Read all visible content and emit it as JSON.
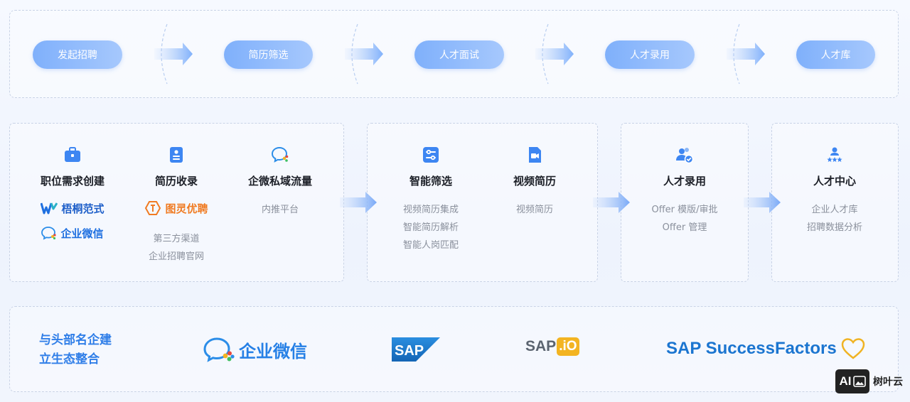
{
  "flow": {
    "steps": [
      "发起招聘",
      "简历筛选",
      "人才面试",
      "人才录用",
      "人才库"
    ]
  },
  "modules": {
    "job": {
      "title": "职位需求创建",
      "logo1": "梧桐范式",
      "logo2": "企业微信"
    },
    "resume": {
      "title": "简历收录",
      "logo": "图灵优聘",
      "desc1": "第三方渠道",
      "desc2": "企业招聘官网"
    },
    "wecom": {
      "title": "企微私域流量",
      "desc1": "内推平台"
    },
    "screen": {
      "title": "智能筛选",
      "desc1": "视频简历集成",
      "desc2": "智能简历解析",
      "desc3": "智能人岗匹配"
    },
    "video": {
      "title": "视频简历",
      "desc1": "视频简历"
    },
    "hire": {
      "title": "人才录用",
      "desc1": "Offer 模版/审批",
      "desc2": "Offer 管理"
    },
    "center": {
      "title": "人才中心",
      "desc1": "企业人才库",
      "desc2": "招聘数据分析"
    }
  },
  "ecosystem": {
    "title_line1": "与头部名企建",
    "title_line2": "立生态整合",
    "partners": {
      "wecom": "企业微信",
      "sap": "SAP",
      "sapio_a": "SAP",
      "sapio_b": ".iO",
      "sf": "SAP SuccessFactors"
    }
  },
  "watermark": {
    "ai": "AI",
    "name": "树叶云"
  },
  "colors": {
    "accent": "#3f86f0",
    "pill": "#8bb8fc",
    "brand_orange": "#f07b22",
    "sap_gold": "#f3b421"
  }
}
